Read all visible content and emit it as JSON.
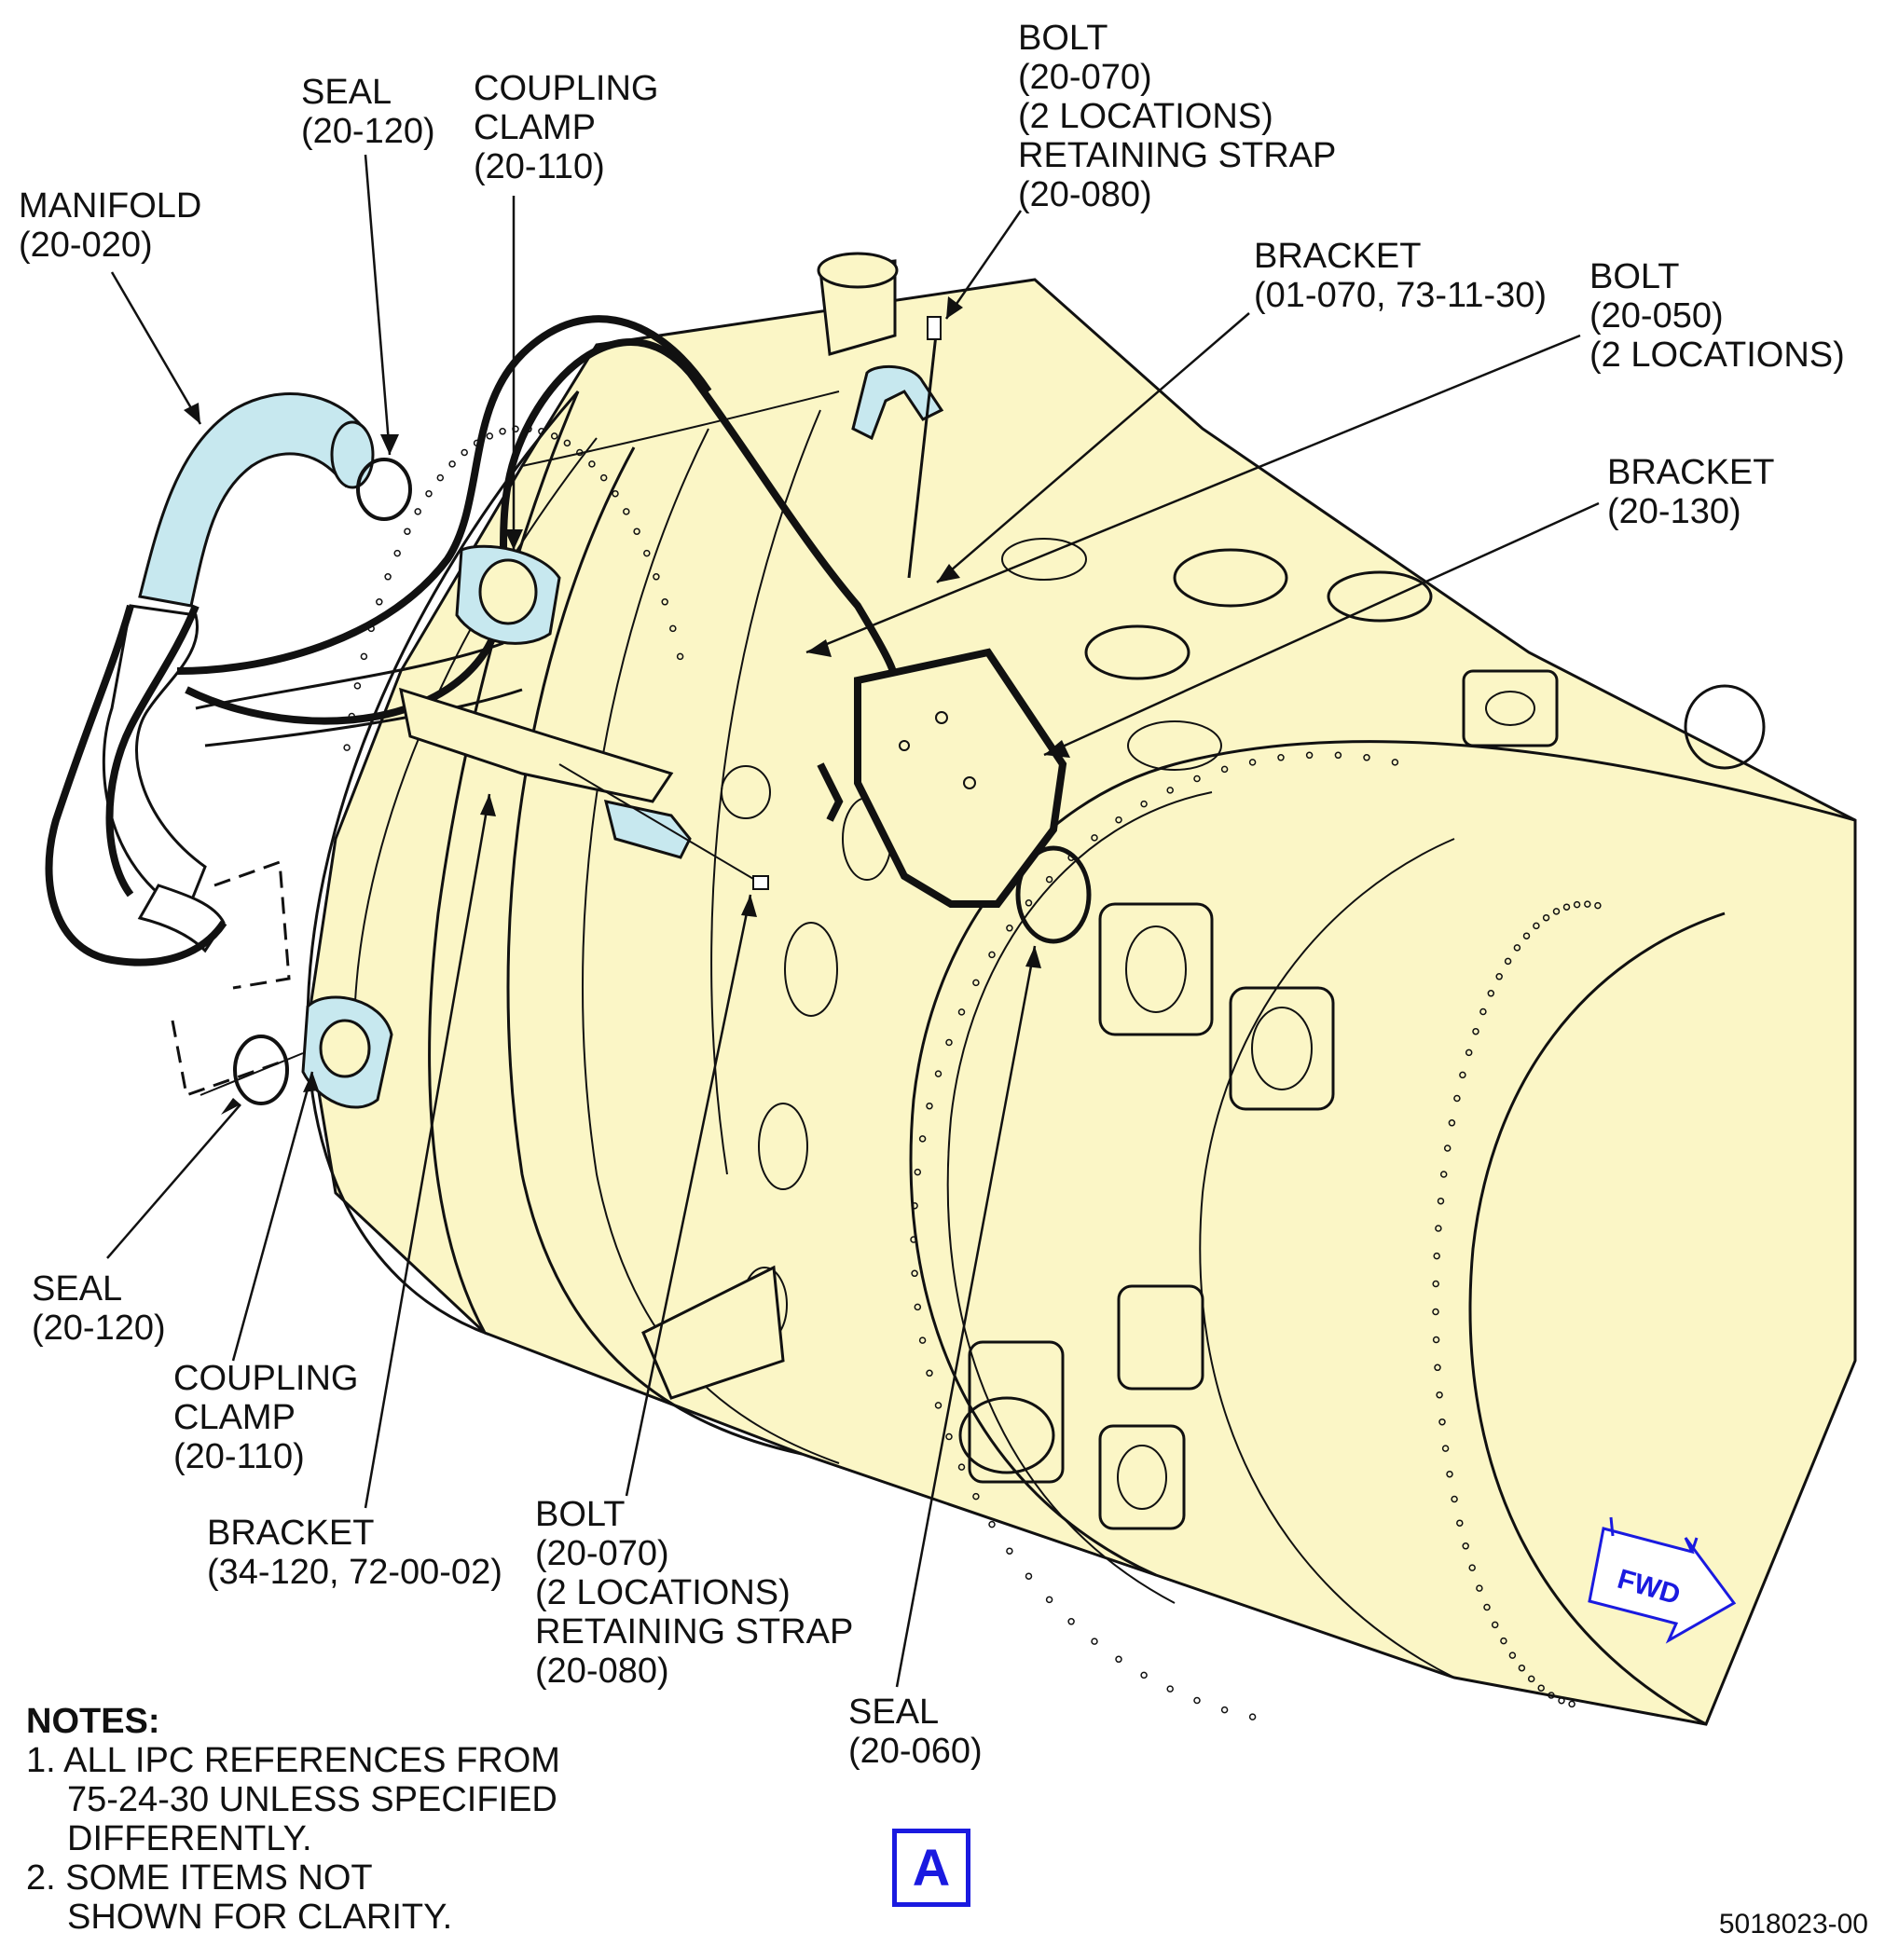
{
  "colors": {
    "housing_fill": "#fbf6c6",
    "manifold_fill": "#c7e8ef",
    "clamp_fill": "#c7e8ef",
    "line_color": "#111111",
    "accent_blue": "#1a1ae0"
  },
  "callouts": {
    "seal_top": [
      "SEAL",
      "(20-120)"
    ],
    "coupling_clamp_top": [
      "COUPLING",
      "CLAMP",
      "(20-110)"
    ],
    "manifold": [
      "MANIFOLD",
      "(20-020)"
    ],
    "bolt_top": [
      "BOLT",
      "(20-070)",
      "(2 LOCATIONS)",
      "RETAINING STRAP",
      "(20-080)"
    ],
    "bracket_0170": [
      "BRACKET",
      "(01-070, 73-11-30)"
    ],
    "bolt_20050": [
      "BOLT",
      "(20-050)",
      "(2 LOCATIONS)"
    ],
    "bracket_20130": [
      "BRACKET",
      "(20-130)"
    ],
    "seal_bottom": [
      "SEAL",
      "(20-120)"
    ],
    "coupling_clamp_bottom": [
      "COUPLING",
      "CLAMP",
      "(20-110)"
    ],
    "bracket_34120": [
      "BRACKET",
      "(34-120, 72-00-02)"
    ],
    "bolt_bottom": [
      "BOLT",
      "(20-070)",
      "(2 LOCATIONS)",
      "RETAINING STRAP",
      "(20-080)"
    ],
    "seal_20060": [
      "SEAL",
      "(20-060)"
    ]
  },
  "notes": {
    "heading": "NOTES:",
    "note1": [
      "1. ALL IPC REFERENCES FROM",
      "75-24-30 UNLESS SPECIFIED",
      "DIFFERENTLY."
    ],
    "note2": [
      "2. SOME ITEMS NOT",
      "SHOWN FOR CLARITY."
    ]
  },
  "fwd_label": "FWD",
  "view_label": "A",
  "figure_number": "5018023-00"
}
